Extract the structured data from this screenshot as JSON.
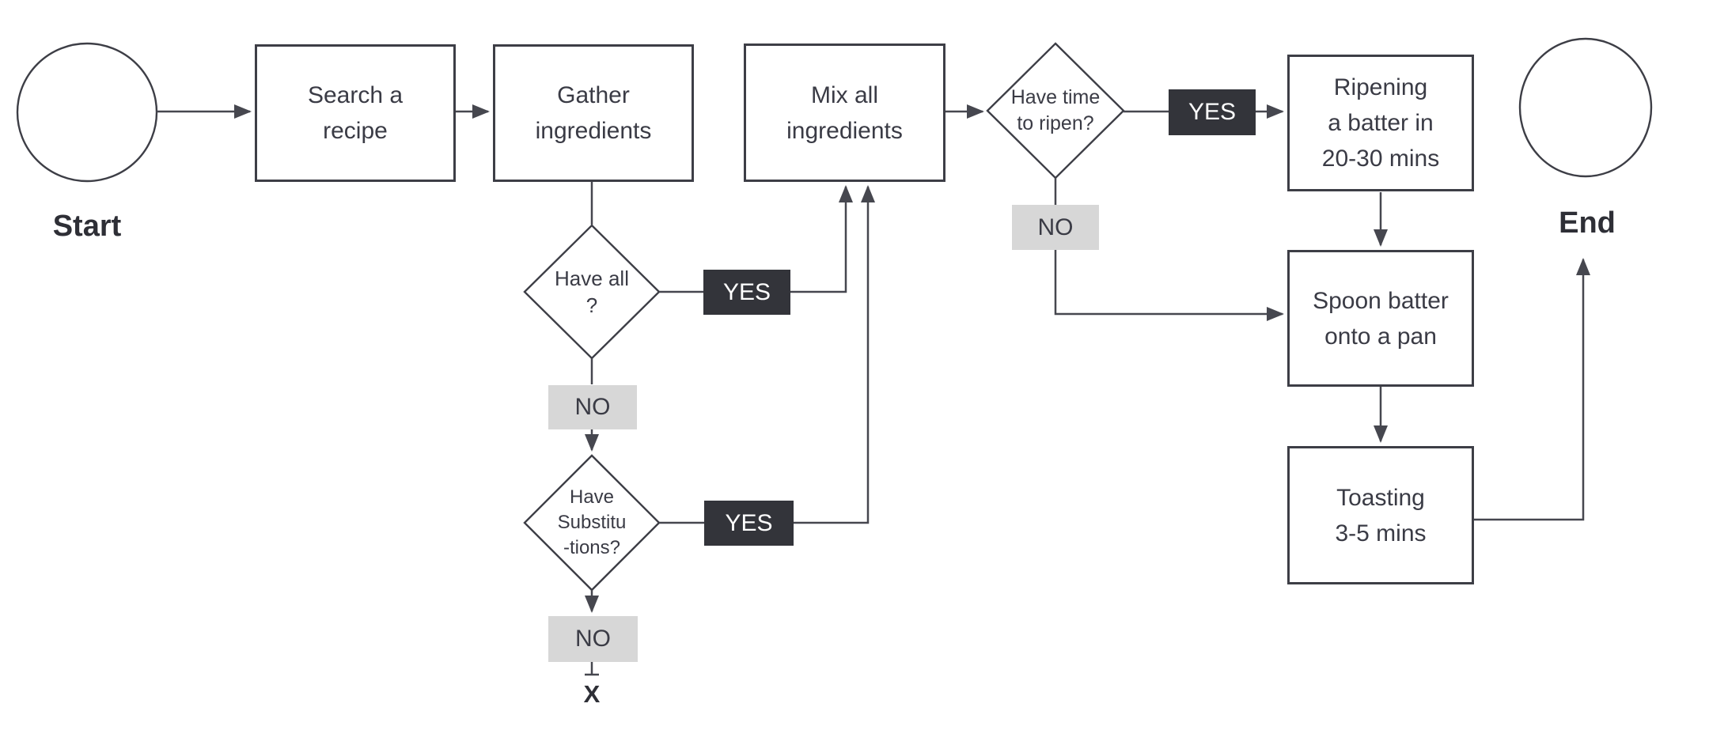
{
  "diagram": {
    "type": "flowchart",
    "nodes": {
      "start": {
        "label": "Start",
        "kind": "terminal-circle"
      },
      "search": {
        "label": "Search a\nrecipe",
        "kind": "process"
      },
      "gather": {
        "label": "Gather\ningredients",
        "kind": "process"
      },
      "mix": {
        "label": "Mix all\ningredients",
        "kind": "process"
      },
      "have_all": {
        "label": "Have all\n?",
        "kind": "decision"
      },
      "have_all_yes": {
        "label": "YES",
        "kind": "badge-dark"
      },
      "have_all_no": {
        "label": "NO",
        "kind": "badge-light"
      },
      "have_subs": {
        "label": "Have\nSubstitu\n-tions?",
        "kind": "decision"
      },
      "have_subs_yes": {
        "label": "YES",
        "kind": "badge-dark"
      },
      "have_subs_no": {
        "label": "NO",
        "kind": "badge-light"
      },
      "abort": {
        "label": "X",
        "kind": "terminator"
      },
      "have_time": {
        "label": "Have time\nto ripen?",
        "kind": "decision"
      },
      "have_time_yes": {
        "label": "YES",
        "kind": "badge-dark"
      },
      "have_time_no": {
        "label": "NO",
        "kind": "badge-light"
      },
      "ripening": {
        "label": "Ripening\na batter in\n20-30 mins",
        "kind": "process"
      },
      "spoon": {
        "label": "Spoon batter\nonto a pan",
        "kind": "process"
      },
      "toasting": {
        "label": "Toasting\n3-5 mins",
        "kind": "process"
      },
      "end": {
        "label": "End",
        "kind": "terminal-circle"
      }
    },
    "edges": [
      {
        "from": "Start",
        "to": "Search a recipe"
      },
      {
        "from": "Search a recipe",
        "to": "Gather ingredients"
      },
      {
        "from": "Gather ingredients",
        "to": "Have all ?"
      },
      {
        "from": "Have all ?",
        "label": "YES",
        "to": "Mix all ingredients"
      },
      {
        "from": "Have all ?",
        "label": "NO",
        "to": "Have Substitu-tions?"
      },
      {
        "from": "Have Substitu-tions?",
        "label": "YES",
        "to": "Mix all ingredients"
      },
      {
        "from": "Have Substitu-tions?",
        "label": "NO",
        "to": "X (terminate)"
      },
      {
        "from": "Mix all ingredients",
        "to": "Have time to ripen?"
      },
      {
        "from": "Have time to ripen?",
        "label": "YES",
        "to": "Ripening a batter in 20-30 mins"
      },
      {
        "from": "Have time to ripen?",
        "label": "NO",
        "to": "Spoon batter onto a pan"
      },
      {
        "from": "Ripening a batter in 20-30 mins",
        "to": "Spoon batter onto a pan"
      },
      {
        "from": "Spoon batter onto a pan",
        "to": "Toasting 3-5 mins"
      },
      {
        "from": "Toasting 3-5 mins",
        "to": "End"
      }
    ],
    "colors": {
      "background": "#ffffff",
      "shape_border": "#3d3e46",
      "connector": "#46474f",
      "text": "#3a3b45",
      "yes_badge_bg": "#33343a",
      "yes_badge_text": "#ffffff",
      "no_badge_bg": "#d7d7d7",
      "no_badge_text": "#3a3b45",
      "terminal_text": "#2e2f36"
    }
  }
}
